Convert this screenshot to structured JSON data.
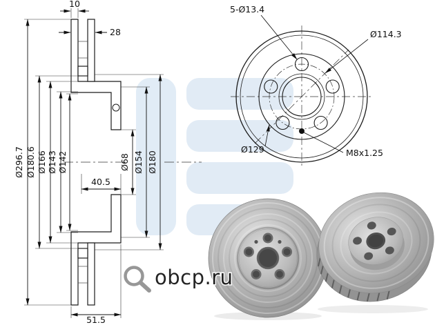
{
  "page": {
    "background": "#ffffff"
  },
  "logo_watermark": {
    "color": "#c9dcee"
  },
  "site_watermark": {
    "text": "obcp.ru",
    "color": "#8f8f8f"
  },
  "section_view": {
    "dims": {
      "top_width": "10",
      "thickness": "28",
      "outer_dia": "Ø296.7",
      "friction_inner_dia": "Ø180.6",
      "hat_outer_dia": "Ø166",
      "dia_143": "Ø143",
      "dia_142": "Ø142",
      "bore_dia": "Ø68",
      "dia_154": "Ø154",
      "dia_180": "Ø180",
      "hat_depth": "40.5",
      "total_height": "51.5"
    }
  },
  "front_view": {
    "labels": {
      "bolt_holes": "5-Ø13.4",
      "bolt_circle_dia": "Ø114.3",
      "hub_dia": "Ø129",
      "thread": "M8x1.25"
    }
  }
}
